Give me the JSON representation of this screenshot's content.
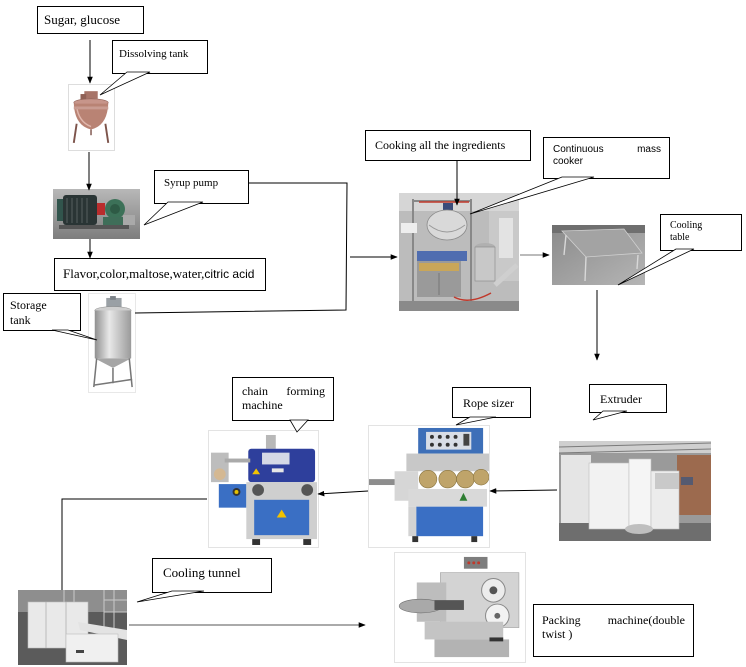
{
  "diagram": {
    "kind": "hard candy production line flow chart",
    "labels": {
      "sugar_glucose": "Sugar, glucose",
      "dissolving_tank": "Dissolving tank",
      "syrup_pump": "Syrup pump",
      "additives_main": "Flavor,color,maltose,water,",
      "additives_tail": "citric acid",
      "storage_tank": [
        "Storage",
        "tank"
      ],
      "cooking": "Cooking all the ingredients",
      "continuous_mass_cooker": [
        "Continuous mass",
        "cooker"
      ],
      "cooling_table": [
        "Cooling",
        "table"
      ],
      "extruder": "Extruder",
      "rope_sizer": "Rope sizer",
      "chain_forming": [
        "chain forming",
        "machine"
      ],
      "cooling_tunnel": "Cooling tunnel",
      "packing_machine": [
        "Packing machine(double",
        "twist )"
      ]
    },
    "machines": [
      {
        "id": "dissolving-tank",
        "icon": "copper-kettle-icon"
      },
      {
        "id": "syrup-pump",
        "icon": "gear-pump-icon"
      },
      {
        "id": "storage-tank",
        "icon": "steel-tank-icon"
      },
      {
        "id": "continuous-mass-cooker",
        "icon": "cooker-icon"
      },
      {
        "id": "cooling-table",
        "icon": "table-icon"
      },
      {
        "id": "extruder",
        "icon": "extruder-icon"
      },
      {
        "id": "rope-sizer",
        "icon": "rope-sizer-icon"
      },
      {
        "id": "chain-forming-machine",
        "icon": "forming-machine-icon"
      },
      {
        "id": "cooling-tunnel",
        "icon": "tunnel-icon"
      },
      {
        "id": "packing-machine",
        "icon": "wrapping-machine-icon"
      }
    ],
    "flow_order": [
      "Sugar, glucose",
      "Dissolving tank",
      "Syrup pump",
      "Storage tank",
      "Continuous mass cooker",
      "Cooling table",
      "Extruder",
      "Rope sizer",
      "chain forming machine",
      "Cooling tunnel",
      "Packing machine(double twist )"
    ],
    "colors": {
      "line": "#000000",
      "box_border": "#000000",
      "machine_blue": "#2f4aa0",
      "copper": "#b98374"
    }
  }
}
